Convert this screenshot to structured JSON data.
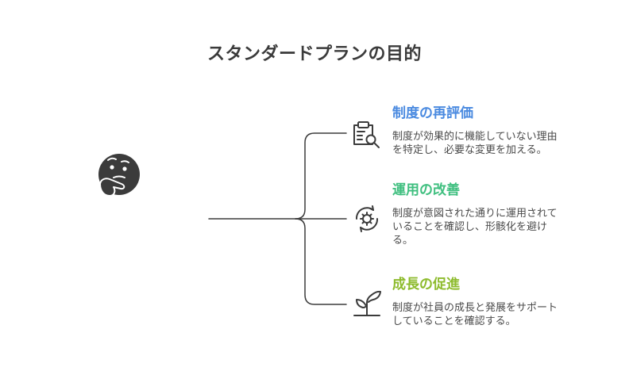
{
  "title": "スタンダードプランの目的",
  "center_icon": "thinking-face-icon",
  "items": [
    {
      "heading": "制度の再評価",
      "text_lines": [
        "制度が効果的に機能していない理由",
        "を特定し、必要な変更を加える。"
      ],
      "icon": "clipboard-search-icon",
      "color": "#4a8ae0"
    },
    {
      "heading": "運用の改善",
      "text_lines": [
        "制度が意図された通りに運用されて",
        "いることを確認し、形骸化を避け",
        "る。"
      ],
      "icon": "gear-cycle-icon",
      "color": "#3fbf7f"
    },
    {
      "heading": "成長の促進",
      "text_lines": [
        "制度が社員の成長と発展をサポート",
        "していることを確認する。"
      ],
      "icon": "sprout-icon",
      "color": "#8dbb2c"
    }
  ]
}
